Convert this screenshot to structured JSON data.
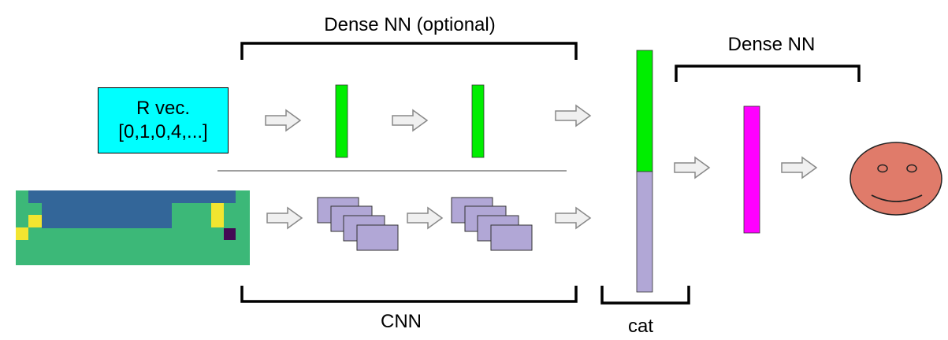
{
  "labels": {
    "dense_nn_optional": "Dense NN (optional)",
    "dense_nn": "Dense NN",
    "cnn": "CNN",
    "cat": "cat"
  },
  "r_vector": {
    "line1": "R vec.",
    "line2": "[0,1,0,4,...]"
  },
  "colors": {
    "r_vector_box": "#00ffff",
    "dense_layer": "#00ee00",
    "concat_vector_top": "#00ee00",
    "concat_vector_bottom": "#b1a7d6",
    "feature_map": "#b1a7d6",
    "output_layer": "#ff00ff",
    "face": "#e07b6a",
    "arrow_fill": "#f0f0f0",
    "arrow_stroke": "#888888",
    "grid_background": "#3cb878",
    "grid_wall": "#336699",
    "grid_yellow": "#f2e530",
    "grid_dark": "#440a55"
  }
}
